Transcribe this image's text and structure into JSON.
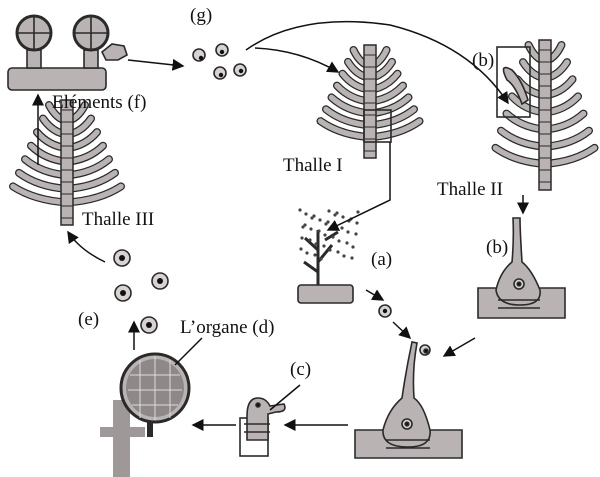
{
  "labels": {
    "elements_f": "Eléments (f)",
    "g": "(g)",
    "b_top": "(b)",
    "thalle_1": "Thalle I",
    "thalle_2": "Thalle II",
    "thalle_3": "Thalle III",
    "a": "(a)",
    "b_bottom": "(b)",
    "e": "(e)",
    "organe_d": "L’organe (d)",
    "c": "(c)"
  },
  "colors": {
    "fill": "#b9b3b3",
    "stroke": "#2a2a2a",
    "dark": "#8a8484"
  }
}
